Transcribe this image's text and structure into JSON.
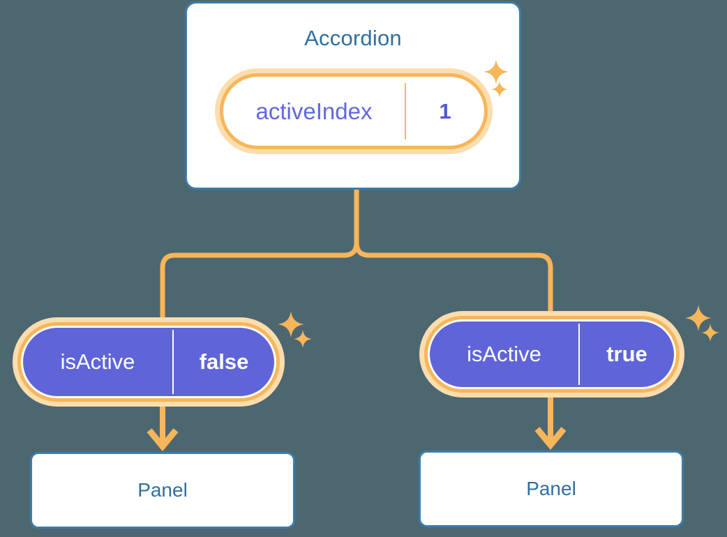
{
  "diagram": {
    "type": "component-state-tree",
    "background_color": "#4d6771",
    "accent_color": "#f4b860",
    "highlight_color": "#fbddae",
    "state_pill_color": "#5f65d8",
    "card_border_color": "#3d7ca8",
    "card_title_color": "#2f6f9e"
  },
  "root": {
    "title": "Accordion",
    "state": {
      "key": "activeIndex",
      "value": "1",
      "key_color": "#6168dd",
      "value_color": "#4f57d6",
      "highlighted": true
    }
  },
  "children": [
    {
      "state": {
        "key": "isActive",
        "value": "false",
        "highlighted": true
      },
      "panel": {
        "title": "Panel"
      }
    },
    {
      "state": {
        "key": "isActive",
        "value": "true",
        "highlighted": true
      },
      "panel": {
        "title": "Panel"
      }
    }
  ],
  "icons": {
    "sparkle": "sparkle-icon",
    "arrow_down": "arrow-down-icon",
    "branch": "tree-branch-connector"
  }
}
